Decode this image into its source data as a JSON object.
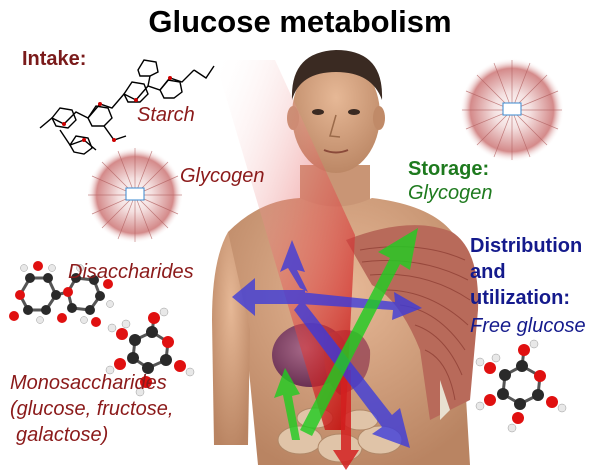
{
  "title": "Glucose metabolism",
  "intake": {
    "heading": "Intake:",
    "items": [
      "Starch",
      "Glycogen",
      "Disaccharides"
    ],
    "mono_line1": "Monosaccharides",
    "mono_line2": "(glucose, fructose,",
    "mono_line3": "galactose)"
  },
  "storage": {
    "heading": "Storage:",
    "item": "Glycogen"
  },
  "distribution": {
    "line1": "Distribution",
    "line2": "and",
    "line3": "utilization:",
    "item": "Free glucose"
  },
  "colors": {
    "intake": "#8b1a1a",
    "storage": "#1e7a1e",
    "distribution": "#141a8c",
    "blue_arrow": "#3a3adc",
    "green_arrow": "#22cc22",
    "red_arrow": "#d42020"
  }
}
